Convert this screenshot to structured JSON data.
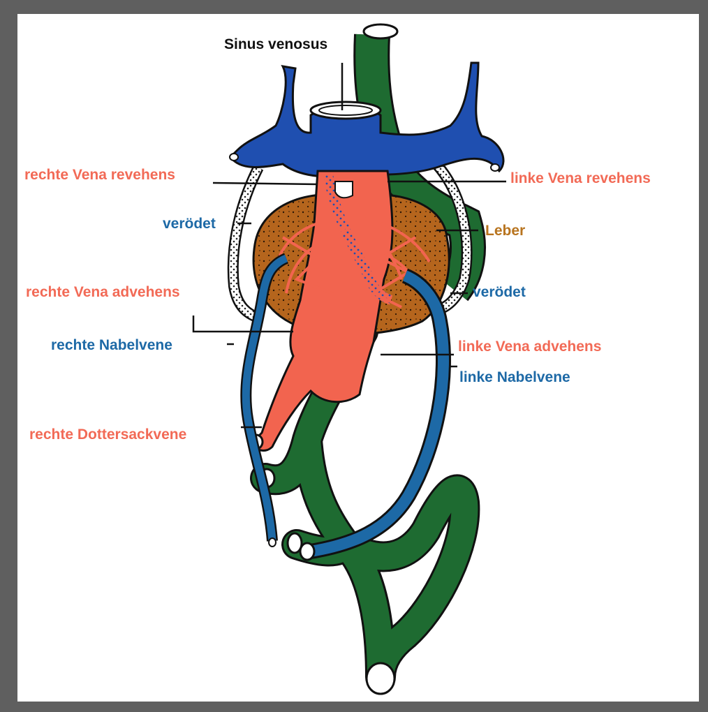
{
  "colors": {
    "vein_red": "#f2644f",
    "vein_blue": "#1f4fb0",
    "umbilical_blue": "#1d69a6",
    "gut_green": "#1e6b31",
    "liver_brown": "#b5651d",
    "outline": "#111111",
    "label_red": "#f26a56",
    "label_blue": "#1d69a6",
    "label_brown": "#b8741f"
  },
  "labels": {
    "sinus_venosus": "Sinus venosus",
    "rechte_vena_revehens": "rechte Vena revehens",
    "linke_vena_revehens": "linke Vena revehens",
    "verodet_left": "verödet",
    "leber": "Leber",
    "verodet_right": "verödet",
    "rechte_vena_advehens": "rechte Vena advehens",
    "rechte_nabelvene": "rechte Nabelvene",
    "linke_vena_advehens": "linke Vena advehens",
    "linke_nabelvene": "linke Nabelvene",
    "rechte_dottersackvene": "rechte Dottersackvene"
  }
}
